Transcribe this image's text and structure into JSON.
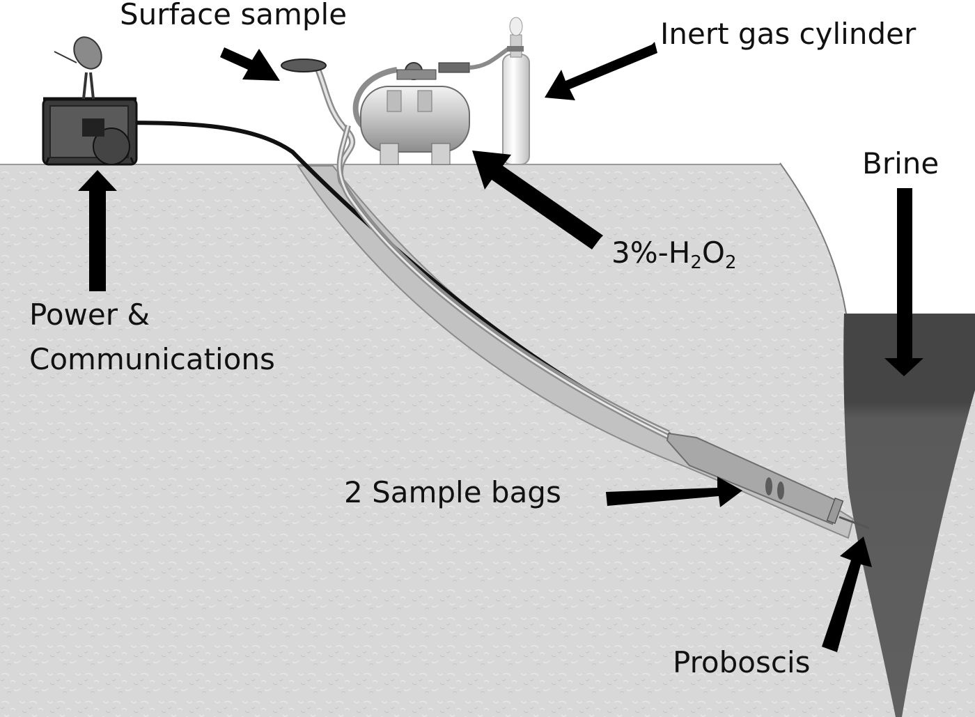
{
  "labels": {
    "surface_sample": "Surface sample",
    "inert_gas_cylinder": "Inert gas cylinder",
    "brine": "Brine",
    "h2o2_prefix": "3%-H",
    "h2o2_sub1": "2",
    "h2o2_mid": "O",
    "h2o2_sub2": "2",
    "power_line1": "Power &",
    "power_line2": "Communications",
    "sample_bags": "2 Sample bags",
    "proboscis": "Proboscis"
  },
  "colors": {
    "ground": "#d6d6d6",
    "brine_dark": "#474747",
    "brine_lower": "#5c5c5c",
    "arrow": "#000000"
  }
}
